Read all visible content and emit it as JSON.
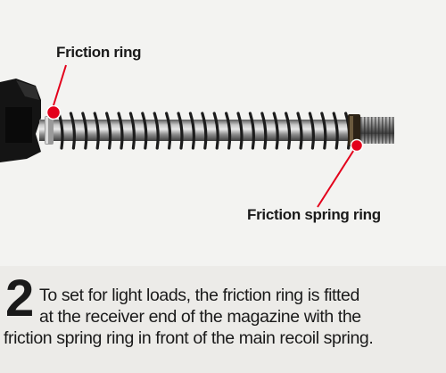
{
  "labels": {
    "friction_ring": "Friction ring",
    "friction_spring_ring": "Friction spring ring"
  },
  "caption": {
    "number": "2",
    "line1": "To set for light loads, the friction ring is fitted",
    "line2": "at the receiver end of the magazine with the",
    "line3": "friction spring ring in front of the main recoil spring."
  },
  "colors": {
    "marker": "#e3001b",
    "caption_bg": "#ecebe8",
    "text": "#1a1a1a"
  }
}
